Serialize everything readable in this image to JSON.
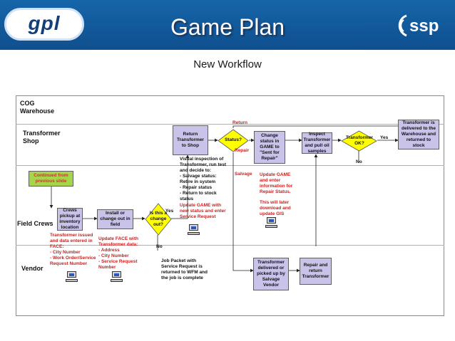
{
  "header": {
    "title": "Game Plan",
    "subtitle": "New Workflow",
    "logo_left": "gpl",
    "logo_right": "ssp"
  },
  "lanes": {
    "warehouse": "COG\nWarehouse",
    "shop": "Transformer\nShop",
    "field": "Field Crews",
    "vendor": "Vendor"
  },
  "boxes": {
    "continued": "Continued from previous slide",
    "crews": "Crews pickup at inventory location",
    "install": "Install or change out in field",
    "change_out": "Is this a change out?",
    "return_shop": "Return Transformer to Shop",
    "status": "Status?",
    "change_status": "Change status in GAME to \"Sent for Repair\"",
    "inspect": "Inspect Transformer and pull oil samples",
    "xfmr_ok": "Transformer OK?",
    "returned_stock": "Transformer is delivered to the Warehouse and returned to stock",
    "vendor_pickup": "Transformer delivered or picked up by Salvage Vendor",
    "repair_return": "Repair and return Transformer"
  },
  "labels": {
    "yes": "Yes",
    "no": "No",
    "return": "Return",
    "repair": "Repair",
    "salvage": "Salvage"
  },
  "notes": {
    "visual": "Visual inspection of\nTransformer, run test\nand decide to:\n - Salvage status:\nRetire in system\n - Repair status\n - Return to stock\nstatus",
    "update_game_wfm": "Update GAME with\nnew status and enter\nService Request",
    "update_game_repair": "Update GAME\nand enter\ninformation for\nRepair Status.",
    "gis": "This will later\ndownload and\nupdate GIS",
    "issued": "Transformer issued\nand data entered in\nFACE:\n - City Number\n - Work Order/Service\nRequest Number",
    "update_face": "Update FACE  with\nTransformer data:\n - Address\n - City Number\n - Service Request\nNumber",
    "job_packet": "Job Packet with\nService Request is\nreturned to WFM and\nthe  job is complete"
  },
  "colors": {
    "header": "#1565a8",
    "green": "#a5d64a",
    "lilac": "#c9c3ea",
    "diamond": "#ffff00",
    "note_red": "#cc1f1f"
  },
  "icons": [
    "computer-icon-1",
    "computer-icon-2",
    "computer-icon-3",
    "computer-icon-4"
  ]
}
